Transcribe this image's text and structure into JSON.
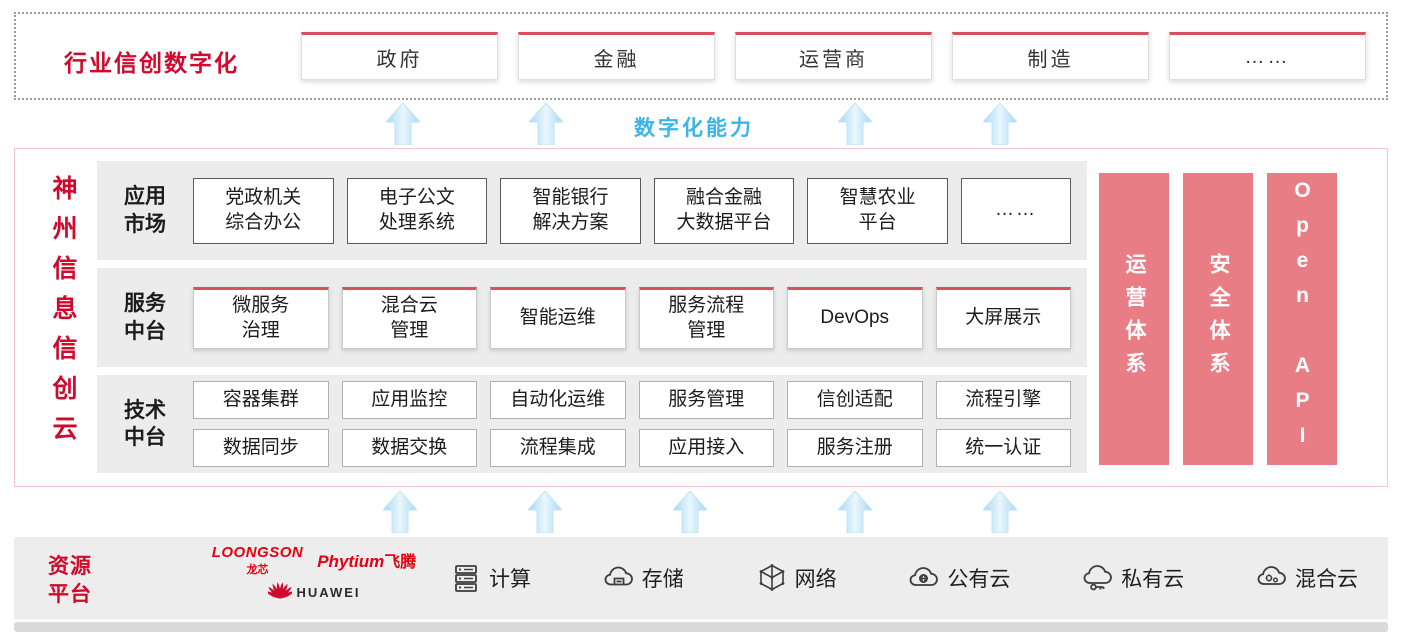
{
  "colors": {
    "accent_red": "#cf0a2c",
    "box_red": "#d9515e",
    "pillar_pink": "#e87d85",
    "capability_blue": "#3cb4e8",
    "row_gray": "#ececec",
    "band_gray": "#ededed"
  },
  "top": {
    "label": "行业信创数字化",
    "items": [
      "政府",
      "金融",
      "运营商",
      "制造",
      "……"
    ]
  },
  "capability_label": "数字化能力",
  "platform": {
    "title": "神州信息信创云",
    "app_row": {
      "label": "应用\n市场",
      "items": [
        "党政机关\n综合办公",
        "电子公文\n处理系统",
        "智能银行\n解决方案",
        "融合金融\n大数据平台",
        "智慧农业\n平台",
        "……"
      ]
    },
    "svc_row": {
      "label": "服务\n中台",
      "items": [
        "微服务\n治理",
        "混合云\n管理",
        "智能运维",
        "服务流程\n管理",
        "DevOps",
        "大屏展示"
      ]
    },
    "tech_row": {
      "label": "技术\n中台",
      "row1": [
        "容器集群",
        "应用监控",
        "自动化运维",
        "服务管理",
        "信创适配",
        "流程引擎"
      ],
      "row2": [
        "数据同步",
        "数据交换",
        "流程集成",
        "应用接入",
        "服务注册",
        "统一认证"
      ]
    },
    "pillars": [
      "运营体系",
      "安全体系",
      "Open API"
    ]
  },
  "resources": {
    "label": "资源\n平台",
    "vendors": {
      "loongson": "LOONGSON",
      "loongson_cn": "龙芯",
      "phytium": "Phytium",
      "phytium_cn": "飞腾",
      "huawei": "HUAWEI"
    },
    "items": [
      {
        "name": "compute",
        "label": "计算"
      },
      {
        "name": "storage",
        "label": "存储"
      },
      {
        "name": "network",
        "label": "网络"
      },
      {
        "name": "public-cloud",
        "label": "公有云"
      },
      {
        "name": "private-cloud",
        "label": "私有云"
      },
      {
        "name": "hybrid-cloud",
        "label": "混合云"
      }
    ]
  }
}
